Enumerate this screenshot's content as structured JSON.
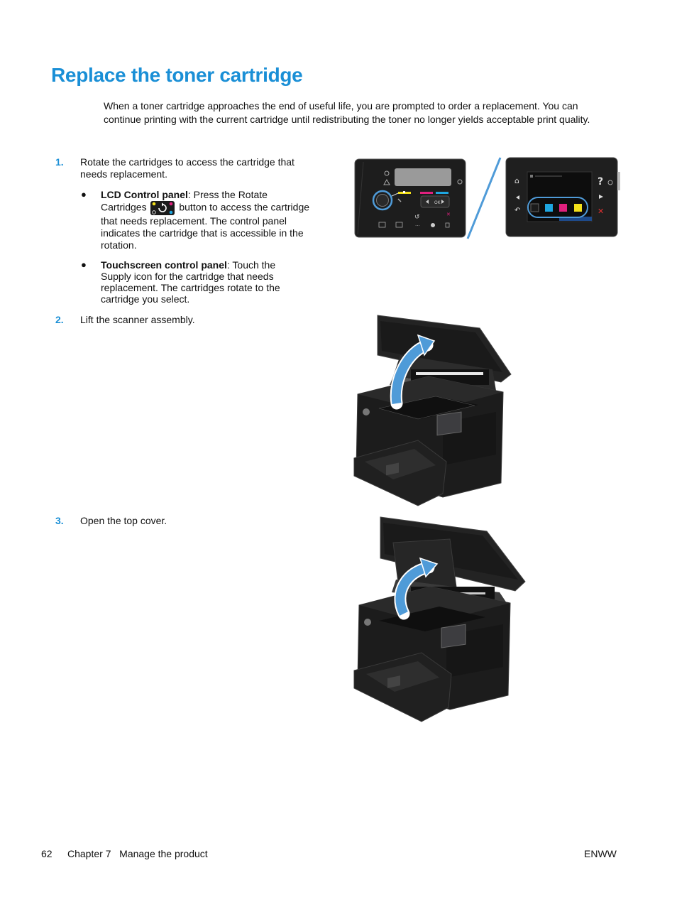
{
  "page": {
    "title": "Replace the toner cartridge",
    "intro": "When a toner cartridge approaches the end of useful life, you are prompted to order a replacement. You can continue printing with the current cartridge until redistributing the toner no longer yields acceptable print quality."
  },
  "steps": [
    {
      "number": "1.",
      "text": "Rotate the cartridges to access the cartridge that needs replacement."
    },
    {
      "number": "2.",
      "text": "Lift the scanner assembly."
    },
    {
      "number": "3.",
      "text": "Open the top cover."
    }
  ],
  "bullets": [
    {
      "label": "LCD Control panel",
      "text_before": ": Press the Rotate Cartridges ",
      "text_after": " button to access the cartridge that needs replacement. The control panel indicates the cartridge that is accessible in the rotation."
    },
    {
      "label": "Touchscreen control panel",
      "text": ": Touch the Supply icon for the cartridge that needs replacement. The cartridges rotate to the cartridge you select."
    }
  ],
  "panel": {
    "ok_label": "OK"
  },
  "footer": {
    "page_number": "62",
    "chapter": "Chapter 7   Manage the product",
    "right": "ENWW"
  },
  "colors": {
    "accent": "#1a8fd6",
    "cyan": "#1ea6e0",
    "magenta": "#e0207e",
    "yellow": "#f3e01a",
    "highlight": "#4f9bd8"
  },
  "icons": [
    "bullet-icon",
    "rotate-cartridges-icon",
    "upward-arrow-icon",
    "power-icon",
    "home-icon",
    "help-icon",
    "cancel-icon",
    "back-icon",
    "left-arrow-icon",
    "right-arrow-icon"
  ]
}
